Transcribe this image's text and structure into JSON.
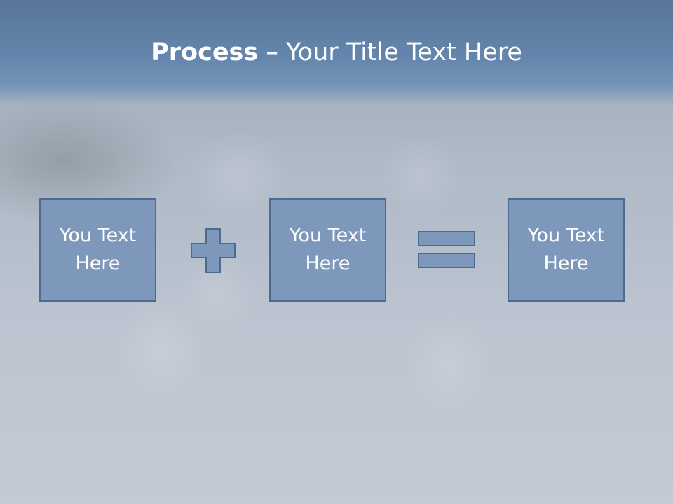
{
  "slide": {
    "title_bold": "Process",
    "title_rest": " – Your Title Text Here"
  },
  "boxes": [
    {
      "line1": "You Text",
      "line2": "Here"
    },
    {
      "line1": "You Text",
      "line2": "Here"
    },
    {
      "line1": "You Text",
      "line2": "Here"
    }
  ],
  "operators": {
    "first": "plus-icon",
    "second": "equals-icon"
  },
  "colors": {
    "box_fill": "#7e98bb",
    "box_border": "#4e6a8e",
    "header": "#6486ad",
    "text": "#ffffff"
  }
}
